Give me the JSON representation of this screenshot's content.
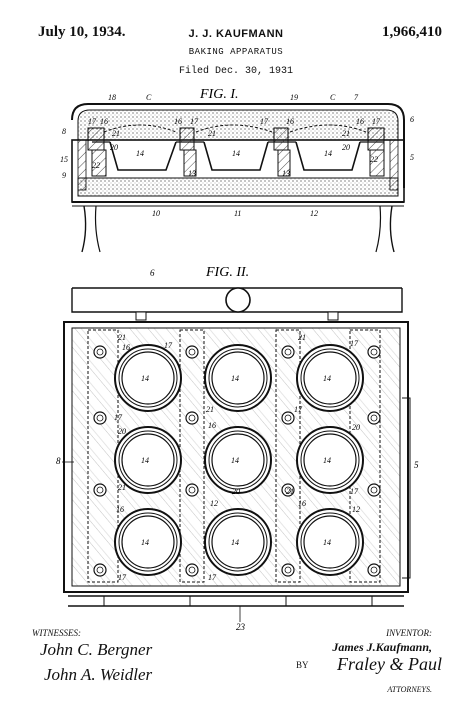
{
  "header": {
    "date": "July 10, 1934.",
    "inventor": "J. J. KAUFMANN",
    "patent_number": "1,966,410",
    "title": "BAKING APPARATUS",
    "filed": "Filed Dec. 30, 1931"
  },
  "fig1": {
    "label": "FIG. I.",
    "refs": {
      "r18": "18",
      "rc1": "C",
      "r19": "19",
      "rc2": "C",
      "r7": "7",
      "r6": "6",
      "r8": "8",
      "r5": "5",
      "r15": "15",
      "r9": "9",
      "r10": "10",
      "r11": "11",
      "r12": "12",
      "r14a": "14",
      "r14b": "14",
      "r14c": "14",
      "r17a": "17",
      "r17b": "17",
      "r17c": "17",
      "r17d": "17",
      "r16a": "16",
      "r16b": "16",
      "r16c": "16",
      "r16d": "16",
      "r21a": "21",
      "r21b": "21",
      "r21c": "21",
      "r20a": "20",
      "r20b": "20",
      "r22a": "22",
      "r22b": "22",
      "r13a": "13",
      "r13b": "13"
    }
  },
  "fig2": {
    "label": "FIG. II.",
    "ref_top": "6",
    "ref_left": "8",
    "ref_right": "5",
    "ref_bottom": "23",
    "pan_label": "14",
    "refs": {
      "a21": "21",
      "a17": "17",
      "a16": "16",
      "b21": "21",
      "b17": "17",
      "c17": "17",
      "c20": "20",
      "d21": "21",
      "d16": "16",
      "e17": "17",
      "e20": "20",
      "f21": "21",
      "f16": "16",
      "g20": "20",
      "g12": "12",
      "h21": "21",
      "h16": "16",
      "i17": "17",
      "i12": "12",
      "j17": "17",
      "j17b": "17"
    }
  },
  "signatures": {
    "witnesses_label": "WITNESSES:",
    "witness1": "John C. Bergner",
    "witness2": "John A. Weidler",
    "inventor_label": "INVENTOR:",
    "inventor_name": "James J.Kaufmann,",
    "by": "BY",
    "attorney": "Fraley & Paul",
    "attorneys_label": "ATTORNEYS."
  }
}
